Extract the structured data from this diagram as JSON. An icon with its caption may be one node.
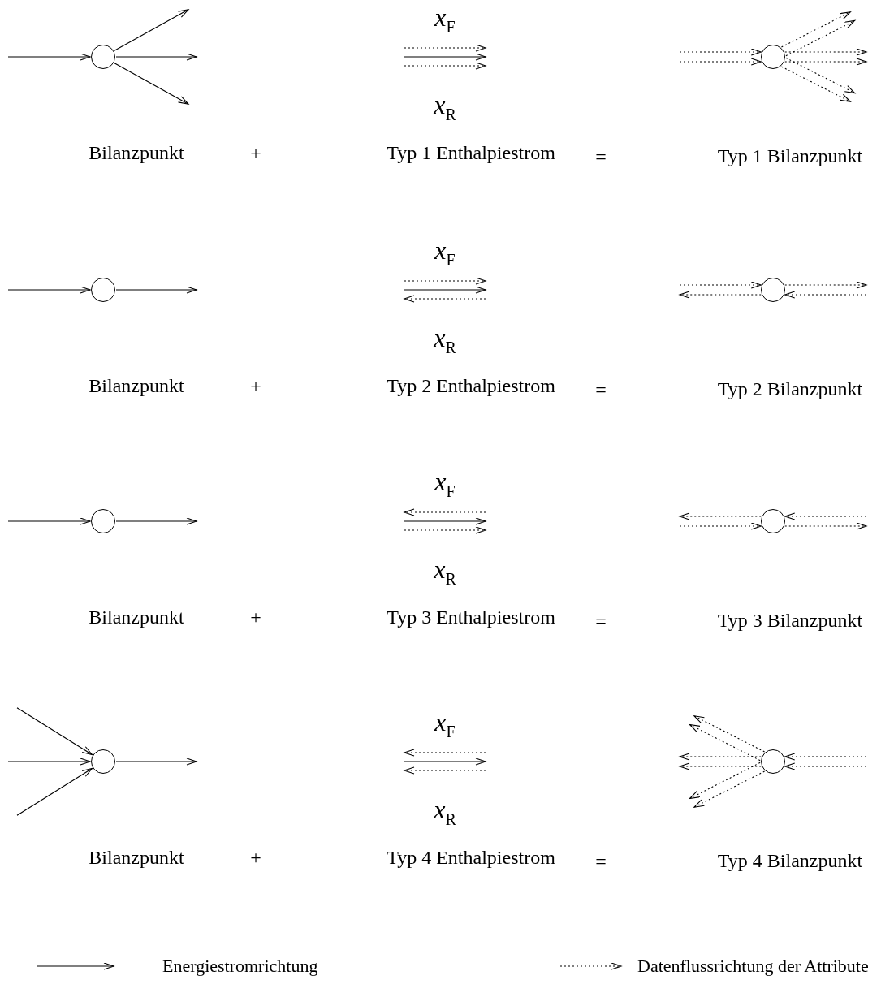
{
  "diagram": {
    "nodes": [
      {
        "text": [],
        "shape": "circle"
      },
      {
        "text": [],
        "shape": "circle"
      },
      {
        "text": [],
        "shape": "circle"
      },
      {
        "text": [],
        "shape": "circle"
      },
      {
        "text": [],
        "shape": "circle"
      },
      {
        "text": [],
        "shape": "circle"
      },
      {
        "text": [],
        "shape": "circle"
      },
      {
        "text": [],
        "shape": "circle"
      }
    ],
    "edges": [
      {
        "from": null,
        "to": 0,
        "arrow": "to"
      },
      {
        "from": 0,
        "to": null,
        "arrow": "to"
      },
      {
        "from": 0,
        "to": null,
        "arrow": "to"
      },
      {
        "from": 0,
        "to": null,
        "arrow": "to"
      },
      {
        "from": null,
        "to": 1,
        "arrow": "to",
        "style": "dashed"
      },
      {
        "from": null,
        "to": 1,
        "arrow": "to",
        "style": "dashed"
      },
      {
        "from": 1,
        "to": null,
        "arrow": "to",
        "style": "dashed"
      },
      {
        "from": 1,
        "to": null,
        "arrow": "to",
        "style": "dashed"
      },
      {
        "from": 1,
        "to": null,
        "arrow": "to",
        "style": "dashed"
      },
      {
        "from": 1,
        "to": null,
        "arrow": "to",
        "style": "dashed"
      },
      {
        "from": 1,
        "to": null,
        "arrow": "to",
        "style": "dashed"
      },
      {
        "from": 1,
        "to": null,
        "arrow": "to",
        "style": "dashed"
      },
      {
        "from": null,
        "to": 2,
        "arrow": "to"
      },
      {
        "from": 2,
        "to": null,
        "arrow": "to"
      },
      {
        "from": null,
        "to": 3,
        "arrow": "to",
        "style": "dashed"
      },
      {
        "from": 3,
        "to": null,
        "arrow": "to",
        "style": "dashed"
      },
      {
        "from": 3,
        "to": null,
        "arrow": "to",
        "style": "dashed"
      },
      {
        "from": null,
        "to": 3,
        "arrow": "to",
        "style": "dashed"
      },
      {
        "from": null,
        "to": 4,
        "arrow": "to"
      },
      {
        "from": 4,
        "to": null,
        "arrow": "to"
      },
      {
        "from": 5,
        "to": null,
        "arrow": "to",
        "style": "dashed"
      },
      {
        "from": null,
        "to": 5,
        "arrow": "to",
        "style": "dashed"
      },
      {
        "from": null,
        "to": 5,
        "arrow": "to",
        "style": "dashed"
      },
      {
        "from": 5,
        "to": null,
        "arrow": "to",
        "style": "dashed"
      },
      {
        "from": null,
        "to": 6,
        "arrow": "to"
      },
      {
        "from": null,
        "to": 6,
        "arrow": "to"
      },
      {
        "from": null,
        "to": 6,
        "arrow": "to"
      },
      {
        "from": 6,
        "to": null,
        "arrow": "to"
      },
      {
        "from": 7,
        "to": null,
        "arrow": "to",
        "style": "dashed"
      },
      {
        "from": 7,
        "to": null,
        "arrow": "to",
        "style": "dashed"
      },
      {
        "from": 7,
        "to": null,
        "arrow": "to",
        "style": "dashed"
      },
      {
        "from": 7,
        "to": null,
        "arrow": "to",
        "style": "dashed"
      },
      {
        "from": 7,
        "to": null,
        "arrow": "to",
        "style": "dashed"
      },
      {
        "from": 7,
        "to": null,
        "arrow": "to",
        "style": "dashed"
      },
      {
        "from": null,
        "to": 7,
        "arrow": "to",
        "style": "dashed"
      },
      {
        "from": null,
        "to": 7,
        "arrow": "to",
        "style": "dashed"
      }
    ],
    "labels": [
      "*x*$_{F}$",
      "*x*$_{R}$",
      "Bilanzpunkt",
      "+",
      "Typ 1 Enthalpiestrom",
      "=",
      "Typ 1 Bilanzpunkt",
      "*x*$_{F}$",
      "*x*$_{R}$",
      "Bilanzpunkt",
      "+",
      "Typ 2 Enthalpiestrom",
      "=",
      "Typ 2 Bilanzpunkt",
      "*x*$_{F}$",
      "*x*$_{R}$",
      "Bilanzpunkt",
      "+",
      "Typ 3 Enthalpiestrom",
      "=",
      "Typ 3 Bilanzpunkt",
      "*x*$_{F}$",
      "*x*$_{R}$",
      "Bilanzpunkt",
      "+",
      "Typ 4 Enthalpiestrom",
      "=",
      "Typ 4 Bilanzpunkt"
    ],
    "legend": [
      {
        "text": "Energiestromrichtung"
      },
      {
        "text": "Datenflussrichtung der Attribute"
      }
    ]
  }
}
